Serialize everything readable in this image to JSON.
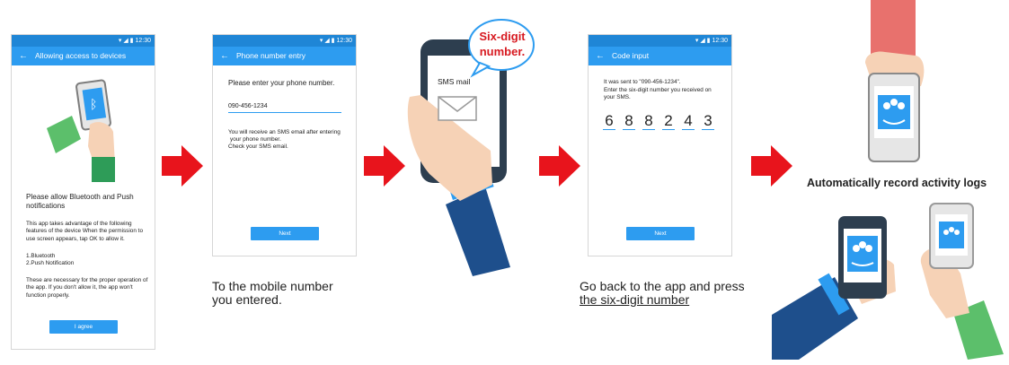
{
  "status_time": "12:30",
  "screen1": {
    "title": "Allowing access to devices",
    "heading": "Please allow Bluetooth and Push notifications",
    "body": "This app takes advantage of the following features of the device When the permission to use screen appears, tap OK to allow it.",
    "list1": "1.Bluetooth",
    "list2": "2.Push Notification",
    "note": "These are necessary for the proper operation of the app. If you don't allow it, the app won't function properly.",
    "button": "I agree"
  },
  "screen2": {
    "title": "Phone number entry",
    "prompt": "Please enter your phone number.",
    "phone_value": "090-456-1234",
    "info_line1": "You will receive an SMS email after entering",
    "info_line2": "your phone number.",
    "info_line3": "Check your SMS email.",
    "button": "Next"
  },
  "caption_sms": {
    "line1": "To the mobile number",
    "line2": "you entered."
  },
  "sms_phone": {
    "bubble_line1": "Six-digit",
    "bubble_line2": "number.",
    "screen_label": "SMS mail"
  },
  "screen3": {
    "title": "Code input",
    "sent_to": "It was sent to \"090-456-1234\".",
    "instruction": "Enter the six-digit number you received on your SMS.",
    "digits": [
      "6",
      "8",
      "8",
      "2",
      "4",
      "3"
    ],
    "button": "Next"
  },
  "caption_back": {
    "line1": "Go back to the app and press",
    "line2": "the six-digit number"
  },
  "final": {
    "caption": "Automatically record activity logs"
  },
  "colors": {
    "accent": "#2d9cf0",
    "arrow": "#e8141c",
    "bubble_text": "#d71920",
    "sleeve": "#1e4f8c",
    "skin": "#f6d2b6",
    "green": "#5cbf6b",
    "salmon": "#e8716d"
  },
  "icons": [
    "back-arrow-icon",
    "bluetooth-icon",
    "envelope-icon",
    "people-icon",
    "right-arrow-icon",
    "wifi-icon",
    "signal-icon",
    "battery-icon"
  ]
}
